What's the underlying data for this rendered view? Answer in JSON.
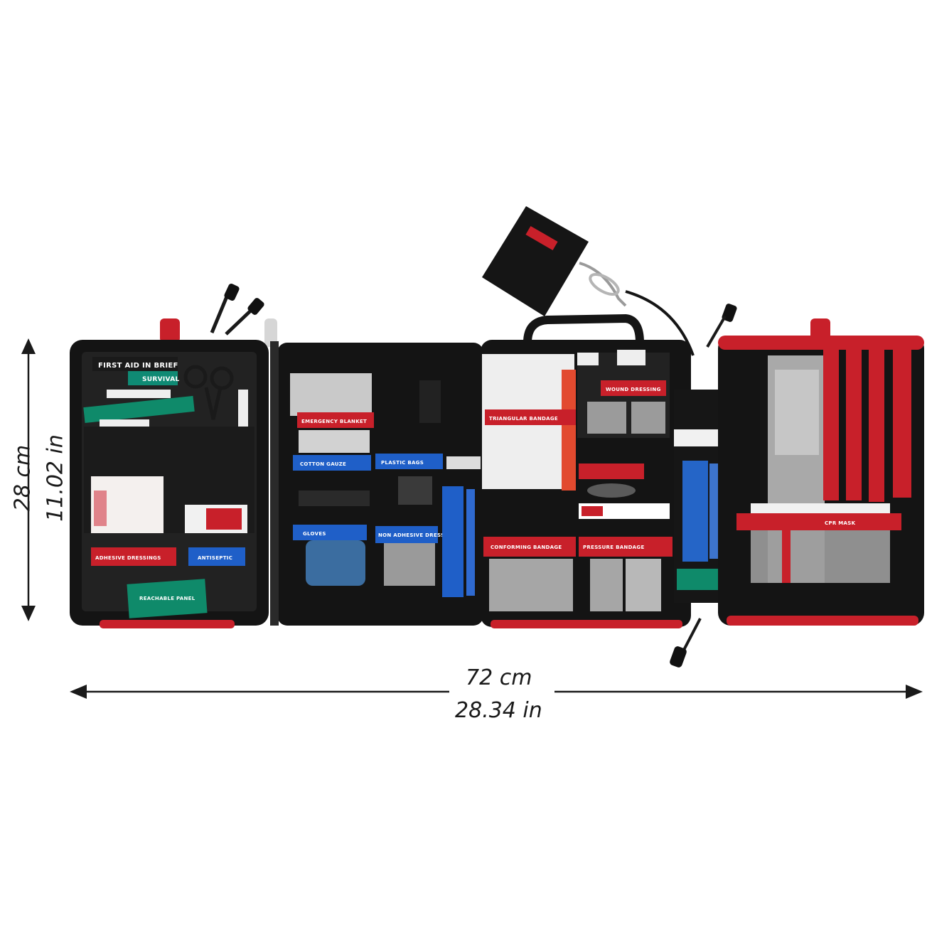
{
  "dimensions": {
    "height_cm": "28 cm",
    "height_in": "11.02 in",
    "width_cm": "72 cm",
    "width_in": "28.34 in"
  },
  "colors": {
    "bag_black": "#141414",
    "accent_red": "#c8202a",
    "strap_blue": "#1f5fc8",
    "strap_green": "#0c8a6a",
    "silver": "#cfcfcf",
    "arrow": "#1a1a1a"
  },
  "labels": {
    "panel1_header": "FIRST AID IN BRIEF",
    "panel1_brand": "SURVIVAL",
    "panel1_red_strip": "ADHESIVE DRESSINGS",
    "panel1_blue_strip": "ANTISEPTIC",
    "panel1_green_strip": "REACHABLE PANEL",
    "panel2_red_strip": "EMERGENCY BLANKET",
    "panel2_blue_strip_1": "COTTON GAUZE",
    "panel2_blue_strip_2": "PLASTIC BAGS",
    "panel2_blue_strip_3": "GLOVES",
    "panel2_blue_strip_4": "NON ADHESIVE DRESSINGS",
    "panel3_red_strip_1": "TRIANGULAR BANDAGE",
    "panel3_red_strip_2": "WOUND DRESSING",
    "panel3_red_strip_3": "CONFORMING BANDAGE",
    "panel3_red_strip_4": "PRESSURE BANDAGE",
    "panel4_label": "CPR MASK"
  }
}
